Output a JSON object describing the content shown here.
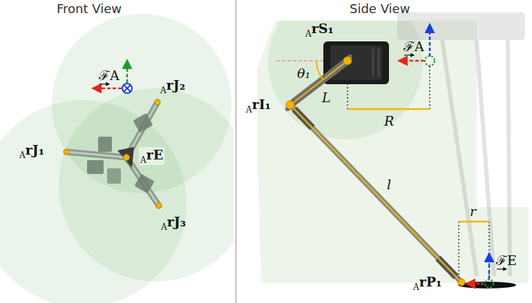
{
  "diagram": {
    "labels": [
      "Front View",
      "Side View",
      "ℱA",
      "ArJ₂",
      "ArJ₁",
      "ArE",
      "ArJ₃",
      "ArS₁",
      "ℱA",
      "θ₁",
      "ArI₁",
      "L",
      "R",
      "l",
      "r",
      "ArP₁",
      "ℱE"
    ]
  }
}
